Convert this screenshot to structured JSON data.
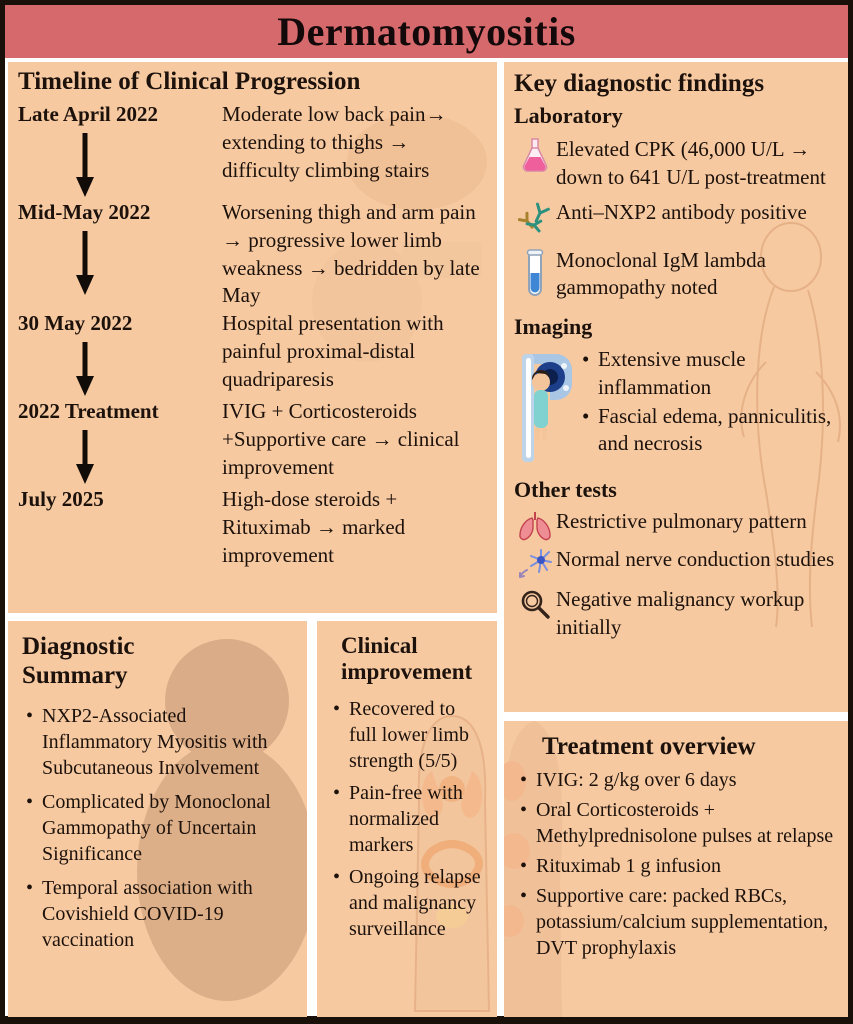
{
  "title": "Dermatomyositis",
  "colors": {
    "title_bg": "#d5696c",
    "panel_bg": "#f6c9a1",
    "border": "#191009",
    "text": "#1c110b"
  },
  "timeline": {
    "heading": "Timeline of Clinical Progression",
    "entries": [
      {
        "date": "Late April 2022",
        "text": "Moderate low back pain→ extending to thighs → difficulty climbing stairs",
        "arrow_after": true
      },
      {
        "date": "Mid-May 2022",
        "text": "Worsening thigh and arm pain → progressive lower limb weakness → bedridden by late May",
        "arrow_after": true
      },
      {
        "date": "30 May 2022",
        "text": "Hospital presentation with painful proximal-distal quadriparesis",
        "arrow_after": true
      },
      {
        "date": "2022 Treatment",
        "text": "IVIG + Corticosteroids +Supportive care → clinical improvement",
        "arrow_after": true
      },
      {
        "date": "July 2025",
        "text": "High-dose steroids + Rituximab  → marked improvement",
        "arrow_after": false
      }
    ]
  },
  "diagnostics": {
    "heading": "Key diagnostic findings",
    "laboratory_heading": "Laboratory",
    "laboratory_items": [
      {
        "icon": "flask-icon",
        "text": "Elevated CPK (46,000 U/L → down to 641 U/L post-treatment"
      },
      {
        "icon": "antibody-icon",
        "text": "Anti–NXP2 antibody positive"
      },
      {
        "icon": "test-tube-icon",
        "text": "Monoclonal IgM lambda gammopathy noted"
      }
    ],
    "imaging_heading": "Imaging",
    "imaging_icon": "mri-scanner-icon",
    "imaging_items": [
      "Extensive muscle inflammation",
      "Fascial edema, panniculitis, and necrosis"
    ],
    "other_heading": "Other tests",
    "other_items": [
      {
        "icon": "lungs-icon",
        "text": "Restrictive pulmonary pattern"
      },
      {
        "icon": "neuron-icon",
        "text": "Normal nerve conduction studies"
      },
      {
        "icon": "magnifier-icon",
        "text": "Negative malignancy workup initially"
      }
    ]
  },
  "summary": {
    "heading": "Diagnostic Summary",
    "items": [
      "NXP2-Associated Inflammatory Myositis with Subcutaneous Involvement",
      "Complicated by Monoclonal Gammopathy of Uncertain Significance",
      "Temporal association with Covishield COVID-19 vaccination"
    ]
  },
  "improvement": {
    "heading": "Clinical improvement",
    "items": [
      "Recovered to full lower limb strength (5/5)",
      "Pain-free with normalized markers",
      "Ongoing relapse and malignancy surveillance"
    ]
  },
  "treatment": {
    "heading": "Treatment overview",
    "items": [
      "IVIG: 2 g/kg over 6 days",
      "Oral Corticosteroids + Methylprednisolone pulses at relapse",
      "Rituximab 1 g infusion",
      "Supportive care: packed RBCs, potassium/calcium supplementation, DVT prophylaxis"
    ]
  }
}
